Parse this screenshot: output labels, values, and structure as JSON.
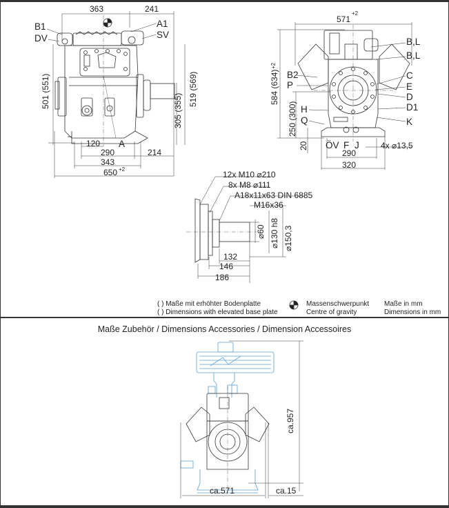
{
  "side_view": {
    "dims_top": [
      "363",
      "241"
    ],
    "labels_left": [
      "B1",
      "DV"
    ],
    "labels_right": [
      "A1",
      "SV"
    ],
    "dim_left_height": "501 (551)",
    "dim_right_height_1": "305 (355)",
    "dim_right_height_2": "519 (569)",
    "bottom_dims": [
      "120",
      "290",
      "214",
      "343",
      "650"
    ],
    "bottom_tolerance": "+2",
    "point_label": "A"
  },
  "front_view": {
    "dim_top": "571",
    "dim_top_tolerance": "+2",
    "dim_height": "584 (634)",
    "dim_height_tolerance": "+2",
    "dim_lower_height": "250 (300)",
    "dim_base": "20",
    "labels_right": [
      "B,L",
      "B,L",
      "C",
      "E",
      "D",
      "D1",
      "K"
    ],
    "labels_left": [
      "B2",
      "P",
      "H",
      "Q"
    ],
    "labels_bottom": [
      "ÖV",
      "F",
      "J"
    ],
    "hole_spec": "4x ⌀13,5",
    "bottom_dims": [
      "290",
      "320"
    ]
  },
  "shaft_detail": {
    "callouts": [
      "12x M10  ⌀210",
      "8x M8  ⌀111",
      "A18x11x63 DIN 6885",
      "M16x36"
    ],
    "diameters": [
      "⌀60",
      "⌀130 h8",
      "⌀150,3"
    ],
    "lengths": [
      "132",
      "146",
      "186"
    ]
  },
  "legend": {
    "parens_de": "( ) Maße mit erhöhter Bodenplatte",
    "parens_en": "( ) Dimensions with elevated base plate",
    "cog_de": "Massenschwerpunkt",
    "cog_en": "Centre of gravity",
    "units_de": "Maße in mm",
    "units_en": "Dimensions in mm"
  },
  "accessories": {
    "title": "Maße Zubehör / Dimensions Accessories / Dimension Accessoires",
    "dim_height": "ca.957",
    "dim_width": "ca.571",
    "dim_offset": "ca.15",
    "accent_color": "#5aa0d8"
  }
}
